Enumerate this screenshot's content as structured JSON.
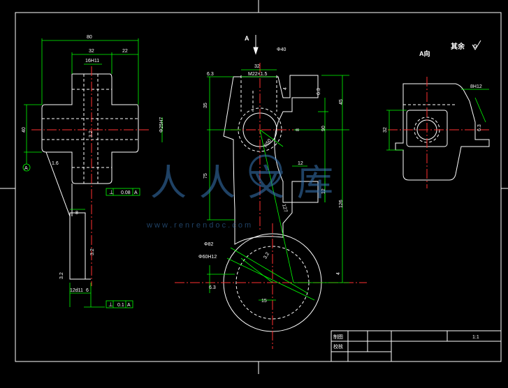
{
  "section_label": "A",
  "view_a_label": "A向",
  "rest_surface_note": "其余",
  "dims": {
    "left_80": "80",
    "left_32": "32",
    "left_22": "22",
    "left_16h11": "16H11",
    "left_40": "40",
    "left_25h7": "Φ25H7",
    "left_32b": "3.2",
    "left_13": "1.6",
    "left_tol_val": "0.08",
    "left_tol_ref": "A",
    "left_datum": "A",
    "left_8": "8",
    "left_12d11": "12d11",
    "left_6": "6",
    "left_tol2_val": "0.1",
    "left_tol2_ref": "A",
    "left_32c": "3.2",
    "left_32d": "3.2",
    "mid_32": "32",
    "mid_m22": "M22×1.5",
    "mid_4": "4",
    "mid_35": "35",
    "mid_75": "75",
    "mid_45": "45",
    "mid_90": "90",
    "mid_126": "126",
    "mid_12a": "12",
    "mid_12b": "12",
    "mid_8": "8",
    "mid_r50": "R50",
    "mid_127": "127",
    "mid_82": "Φ82",
    "mid_60h12": "Φ60H12",
    "mid_32r": "3.2",
    "mid_15": "15",
    "mid_4b": "4",
    "mid_63": "6.3",
    "mid_63b": "6.3",
    "mid_63c": "6.3",
    "mid_40": "Φ40",
    "right_8h12": "8H12",
    "right_32": "32",
    "right_63": "6.3"
  },
  "title_block": {
    "drawn_label": "制图",
    "checked_label": "校核",
    "scale": "1:1"
  },
  "watermark": {
    "text": "人人文库",
    "url": "w w w . r e n r e n d o c . c o m"
  }
}
